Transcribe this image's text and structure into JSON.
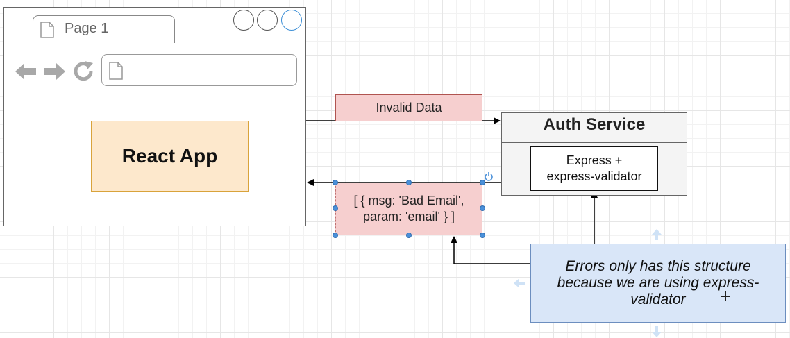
{
  "browser": {
    "tab_label": "Page 1"
  },
  "react_app": {
    "label": "React App"
  },
  "request_label": "Invalid Data",
  "auth_service": {
    "title": "Auth Service",
    "inner_line1": "Express +",
    "inner_line2": "express-validator"
  },
  "error_response": {
    "line1": "[ { msg: 'Bad Email',",
    "line2": "param: 'email' } ]"
  },
  "note": {
    "line1": "Errors only has this structure",
    "line2": "because we are using express-",
    "line3": "validator"
  },
  "colors": {
    "react_fill": "#fde8cc",
    "react_border": "#d9a33b",
    "red_fill": "#f6cfcf",
    "red_border": "#b05450",
    "note_fill": "#d9e6f8",
    "note_border": "#6c8ebf",
    "selection_blue": "#4a90d9"
  }
}
